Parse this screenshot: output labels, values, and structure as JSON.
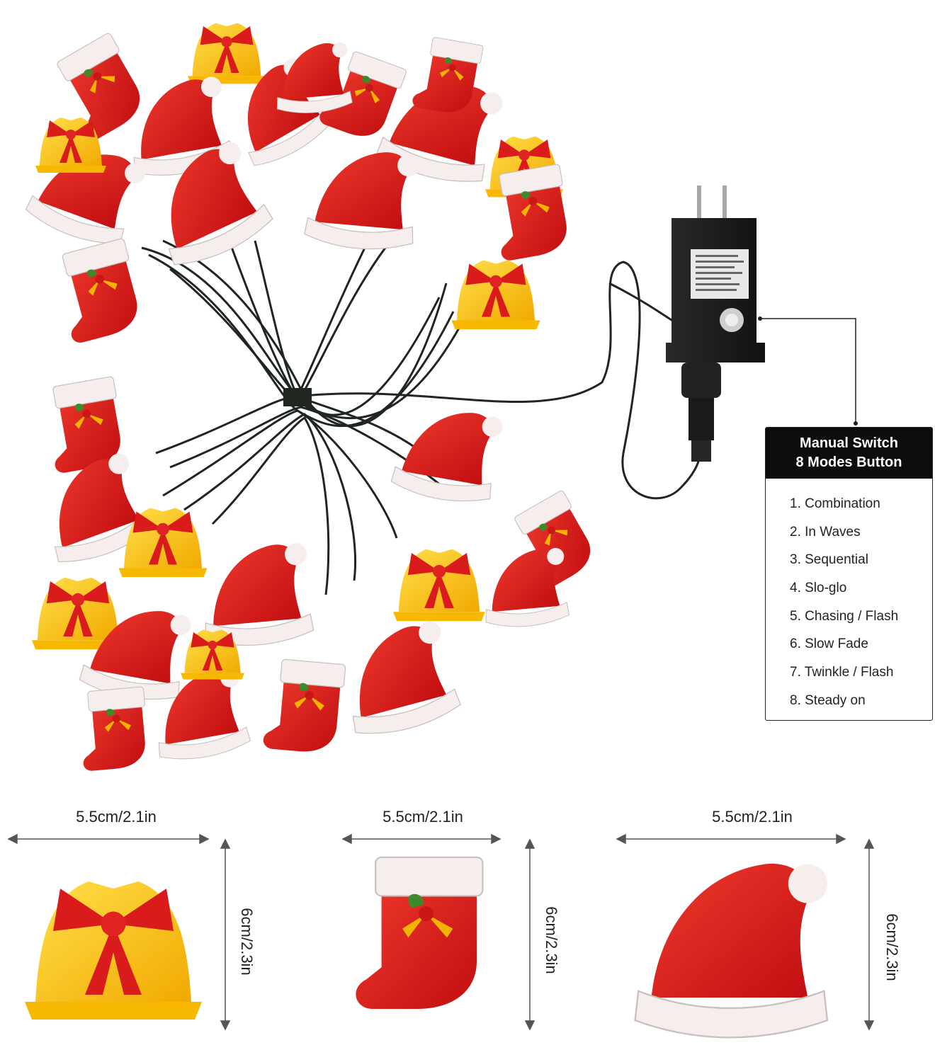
{
  "callout": {
    "title_line1": "Manual Switch",
    "title_line2": "8 Modes Button",
    "modes": [
      "1. Combination",
      "2. In Waves",
      "3. Sequential",
      "4. Slo-glo",
      "5. Chasing / Flash",
      "6. Slow Fade",
      "7. Twinkle / Flash",
      "8. Steady on"
    ]
  },
  "dimensions": {
    "bell": {
      "width": "5.5cm/2.1in",
      "height": "6cm/2.3in"
    },
    "stocking": {
      "width": "5.5cm/2.1in",
      "height": "6cm/2.3in"
    },
    "hat": {
      "width": "5.5cm/2.1in",
      "height": "6cm/2.3in"
    }
  },
  "colors": {
    "red": "#d81c1c",
    "dark_red": "#a80f0f",
    "yellow": "#f9c80e",
    "white": "#f7f1ef",
    "wire": "#1f2620",
    "adapter": "#1b1b1b",
    "leaf_green": "#3e8a2a"
  },
  "icons": [
    "bell-icon",
    "stocking-icon",
    "santa-hat-icon",
    "power-adapter-icon"
  ]
}
